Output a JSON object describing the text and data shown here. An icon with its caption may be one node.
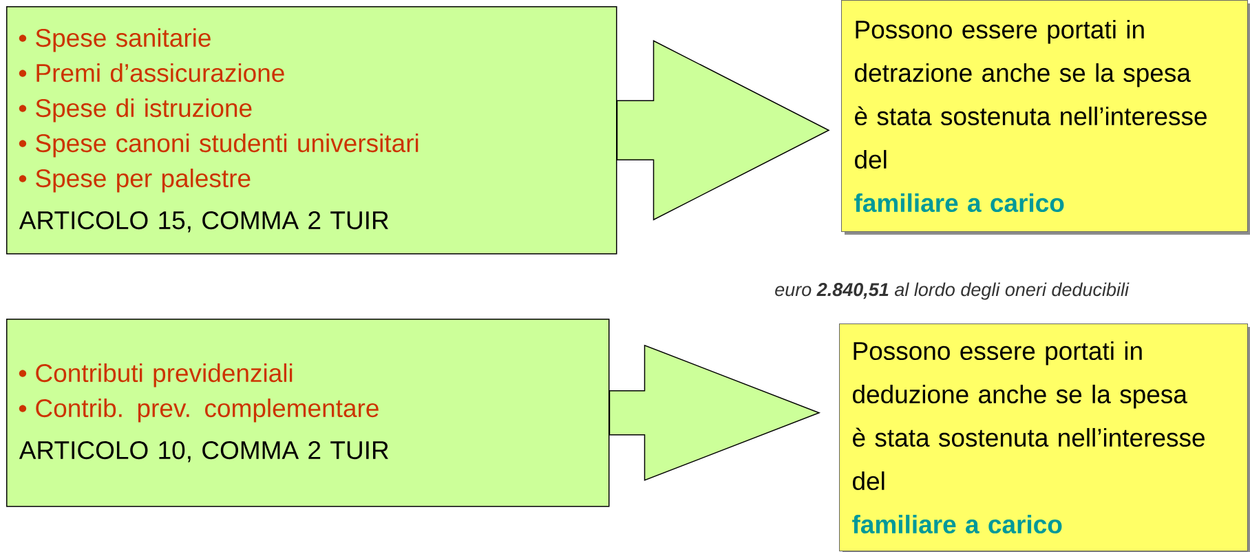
{
  "diagram": {
    "nodes": [
      {
        "text": [
          "Spese sanitarie",
          "Premi d’assicurazione",
          "Spese di istruzione",
          "Spese canoni studenti universitari",
          "Spese per palestre",
          "ARTICOLO 15, COMMA 2 TUIR"
        ]
      },
      {
        "text": [
          "Possono essere portati in detrazione anche se la spesa è stata sostenuta nell’interesse del",
          "familiare a carico"
        ]
      },
      {
        "text": [
          "Contributi previdenziali",
          "Contrib. prev. complementare",
          "ARTICOLO 10, COMMA 2 TUIR"
        ]
      },
      {
        "text": [
          "Possono essere portati in deduzione anche se la spesa è stata sostenuta nell’interesse del",
          "familiare a carico"
        ]
      }
    ],
    "edges": [
      {
        "from": 0,
        "to": 1,
        "arrow": "to"
      },
      {
        "from": 2,
        "to": 3,
        "arrow": "to"
      }
    ],
    "labels": [
      "euro **2.840,51** al lordo degli oneri deducibili"
    ]
  }
}
